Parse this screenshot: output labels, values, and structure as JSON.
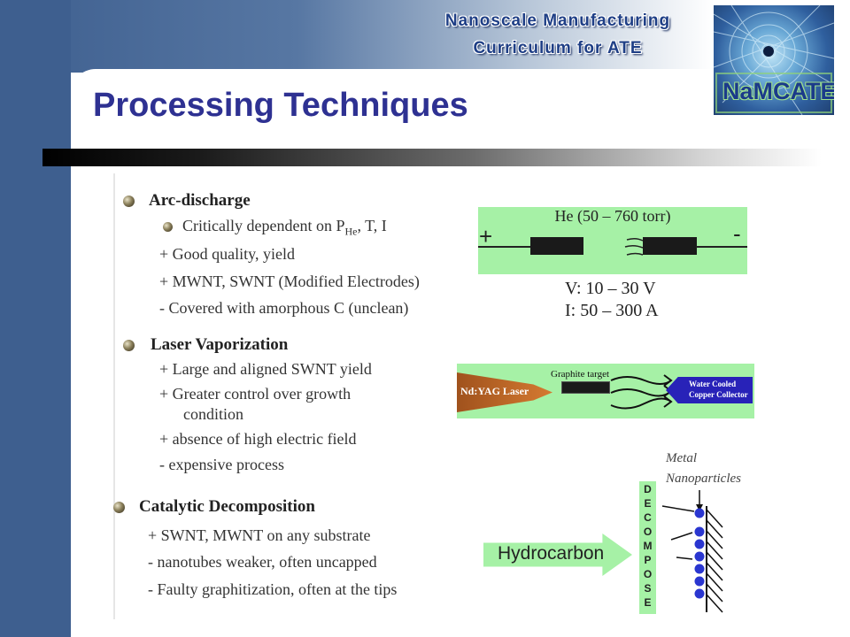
{
  "header": {
    "line1": "Nanoscale Manufacturing",
    "line2": "Curriculum  for ATE",
    "logo_text": "NaMCATE"
  },
  "slide": {
    "title": "Processing Techniques"
  },
  "sections": {
    "arc": {
      "heading": "Arc-discharge",
      "sub": "Critically dependent on P",
      "sub_subscript": "He",
      "sub_tail": ", T, I",
      "l1": "+ Good quality, yield",
      "l2": "+ MWNT, SWNT (Modified Electrodes)",
      "l3": "- Covered with amorphous C (unclean)"
    },
    "laser": {
      "heading": "Laser Vaporization",
      "l1": "+ Large and aligned SWNT yield",
      "l2a": "+ Greater control over growth",
      "l2b": "condition",
      "l3": "+ absence of high electric field",
      "l4": "-  expensive process"
    },
    "catalytic": {
      "heading": "Catalytic Decomposition",
      "l1": "+ SWNT, MWNT on any substrate",
      "l2": "-   nanotubes weaker, often uncapped",
      "l3": "-   Faulty graphitization, often at the tips"
    }
  },
  "diagrams": {
    "arc": {
      "pressure": "He (50 – 760 torr)",
      "plus": "+",
      "minus": "-",
      "voltage": "V: 10 – 30 V",
      "current": "I: 50 – 300 A"
    },
    "laser": {
      "source": "Nd:YAG Laser",
      "target": "Graphite target",
      "collector_l1": "Water Cooled",
      "collector_l2": "Copper Collector"
    },
    "catalytic": {
      "metal_l1": "Metal",
      "metal_l2": "Nanoparticles",
      "decompose": [
        "D",
        "E",
        "C",
        "O",
        "M",
        "P",
        "O",
        "S",
        "E"
      ],
      "hydrocarbon": "Hydrocarbon"
    }
  },
  "colors": {
    "title": "#2e3192",
    "band": "#3e5f8f",
    "panel_green": "#a6f1a6",
    "collector_blue": "#2822b8",
    "particle_blue": "#2a36d0"
  }
}
